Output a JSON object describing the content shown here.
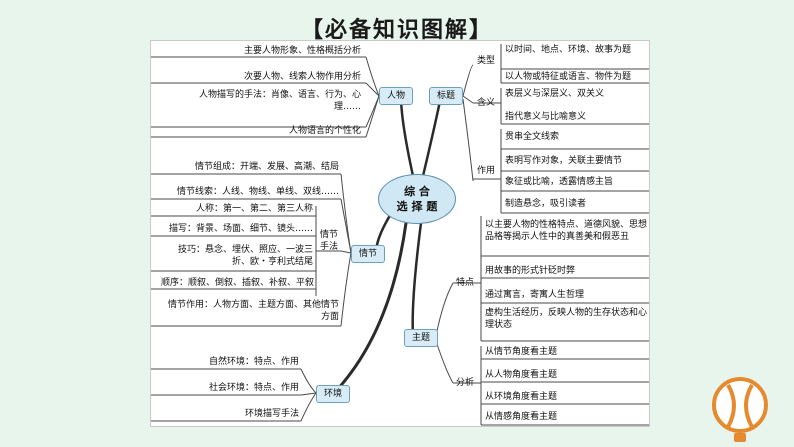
{
  "title": "【必备知识图解】",
  "center": {
    "line1": "综 合",
    "line2": "选 择 题"
  },
  "branches": {
    "character": "人物",
    "headline": "标题",
    "plot": "情节",
    "environment": "环境",
    "theme": "主题"
  },
  "character_items": [
    "主要人物形象、性格概括分析",
    "次要人物、线索人物作用分析",
    "人物描写的手法：肖像、语言、行为、心理……",
    "人物语言的个性化"
  ],
  "headline_groups": {
    "types_label": "类型",
    "types": [
      "以时间、地点、环境、故事为题",
      "以人物或特征或语言、物件为题"
    ],
    "meaning_label": "含义",
    "meaning": [
      "表层义与深层义、双关义",
      "指代意义与比喻意义"
    ],
    "function_label": "作用",
    "function": [
      "贯串全文线索",
      "表明写作对象，关联主要情节",
      "象征或比喻，透露情感主旨",
      "制造悬念，吸引读者"
    ]
  },
  "plot_items": {
    "composition": "情节组成：开端、发展、高潮、结局",
    "clues": "情节线索：人线、物线、单线、双线……",
    "technique_label": "情节手法",
    "techniques": [
      "人称：第一、第二、第三人称",
      "描写：背景、场面、细节、镜头……",
      "技巧：悬念、埋伏、照应、一波三折、欧・亨利式结尾",
      "顺序：顺叙、倒叙、插叙、补叙、平叙"
    ],
    "function": "情节作用：人物方面、主题方面、其他情节方面"
  },
  "environment_items": [
    "自然环境：特点、作用",
    "社会环境：特点、作用",
    "环境描写手法"
  ],
  "theme_groups": {
    "features_label": "特点",
    "features": [
      "以主要人物的性格特点、道德风貌、思想品格等揭示人性中的真善美和假恶丑",
      "用故事的形式针砭时弊",
      "通过寓言，寄寓人生哲理",
      "虚构生活经历，反映人物的生存状态和心理状态"
    ],
    "analysis_label": "分析",
    "analysis": [
      "从情节角度看主题",
      "从人物角度看主题",
      "从环境角度看主题",
      "从情感角度看主题"
    ]
  },
  "colors": {
    "background": "#e8f5ec",
    "node_fill": "#d7ecf6",
    "line": "#4a4a4a"
  }
}
